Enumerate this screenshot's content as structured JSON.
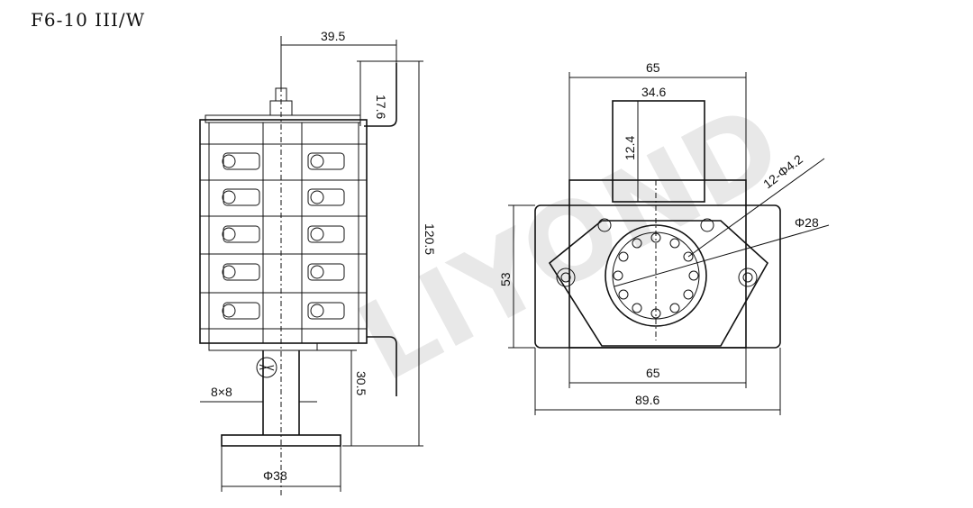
{
  "title": "F6-10 III/W",
  "watermark": "LIYOND",
  "side_view": {
    "top_width": "39.5",
    "bracket_height": "17.6",
    "total_height": "120.5",
    "shaft_height": "30.5",
    "shaft_size": "8×8",
    "knob_diameter": "Φ38"
  },
  "front_view": {
    "top_width": "65",
    "window_width": "34.6",
    "window_height": "12.4",
    "holes": "12-Φ4.2",
    "circle_diameter": "Φ28",
    "body_height": "53",
    "bottom_width": "65",
    "base_width": "89.6"
  },
  "colors": {
    "line": "#111111",
    "watermark": "#e8e8e8"
  }
}
